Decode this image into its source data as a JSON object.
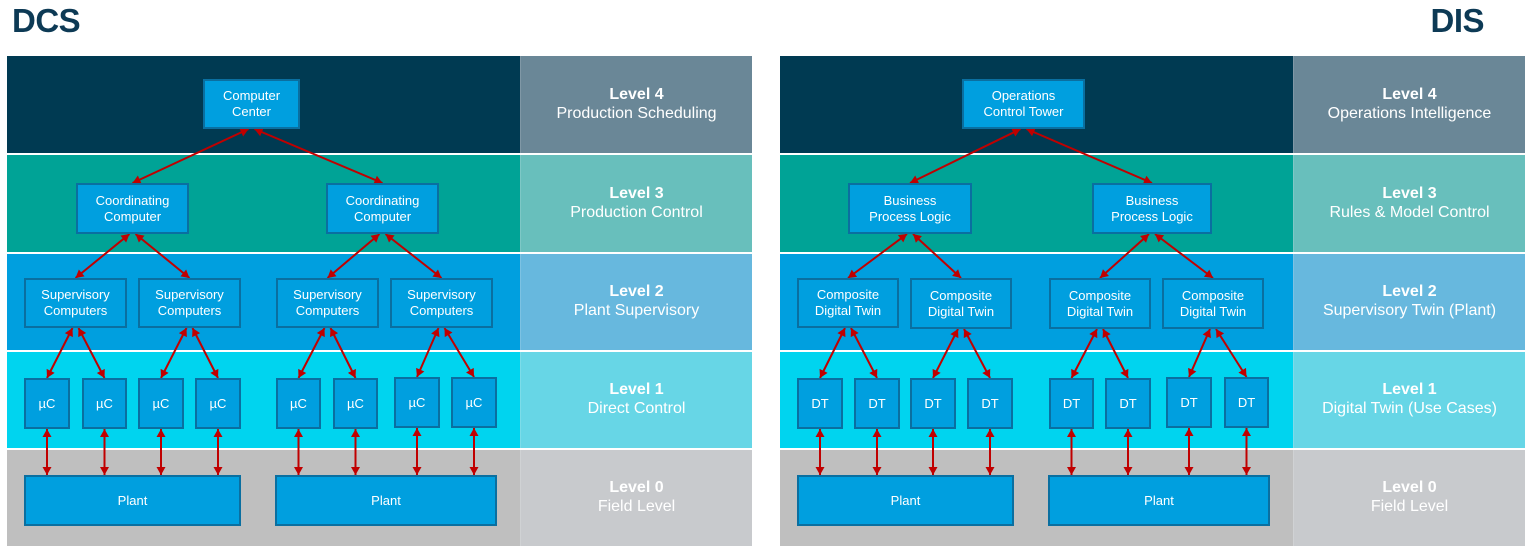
{
  "left": {
    "title": "DCS",
    "levels": [
      {
        "level": "Level 4",
        "desc": "Production Scheduling"
      },
      {
        "level": "Level 3",
        "desc": "Production Control"
      },
      {
        "level": "Level 2",
        "desc": "Plant Supervisory"
      },
      {
        "level": "Level 1",
        "desc": "Direct Control"
      },
      {
        "level": "Level 0",
        "desc": "Field Level"
      }
    ],
    "nodes": {
      "top": "Computer\nCenter",
      "l3": [
        "Coordinating\nComputer",
        "Coordinating\nComputer"
      ],
      "l2": [
        "Supervisory\nComputers",
        "Supervisory\nComputers",
        "Supervisory\nComputers",
        "Supervisory\nComputers"
      ],
      "l1": [
        "µC",
        "µC",
        "µC",
        "µC",
        "µC",
        "µC",
        "µC",
        "µC"
      ],
      "l0": [
        "Plant",
        "Plant"
      ]
    }
  },
  "right": {
    "title": "DIS",
    "levels": [
      {
        "level": "Level 4",
        "desc": "Operations Intelligence"
      },
      {
        "level": "Level 3",
        "desc": "Rules & Model Control"
      },
      {
        "level": "Level 2",
        "desc": "Supervisory Twin (Plant)"
      },
      {
        "level": "Level 1",
        "desc": "Digital Twin (Use Cases)"
      },
      {
        "level": "Level 0",
        "desc": "Field Level"
      }
    ],
    "nodes": {
      "top": "Operations\nControl Tower",
      "l3": [
        "Business\nProcess Logic",
        "Business\nProcess Logic"
      ],
      "l2": [
        "Composite\nDigital Twin",
        "Composite\nDigital Twin",
        "Composite\nDigital Twin",
        "Composite\nDigital Twin"
      ],
      "l1": [
        "DT",
        "DT",
        "DT",
        "DT",
        "DT",
        "DT",
        "DT",
        "DT"
      ],
      "l0": [
        "Plant",
        "Plant"
      ]
    }
  },
  "colors": {
    "band": [
      "#003a52",
      "#00a396",
      "#009fdf",
      "#00d4ef",
      "#bfbfbf"
    ],
    "label": [
      "#6a8797",
      "#68bfbc",
      "#67b8de",
      "#67d6e6",
      "#c8cacd"
    ],
    "node_fill": "#009fdf",
    "node_border": "#0a6fa0",
    "arrow": "#c00000",
    "title": "#0d3a55"
  }
}
